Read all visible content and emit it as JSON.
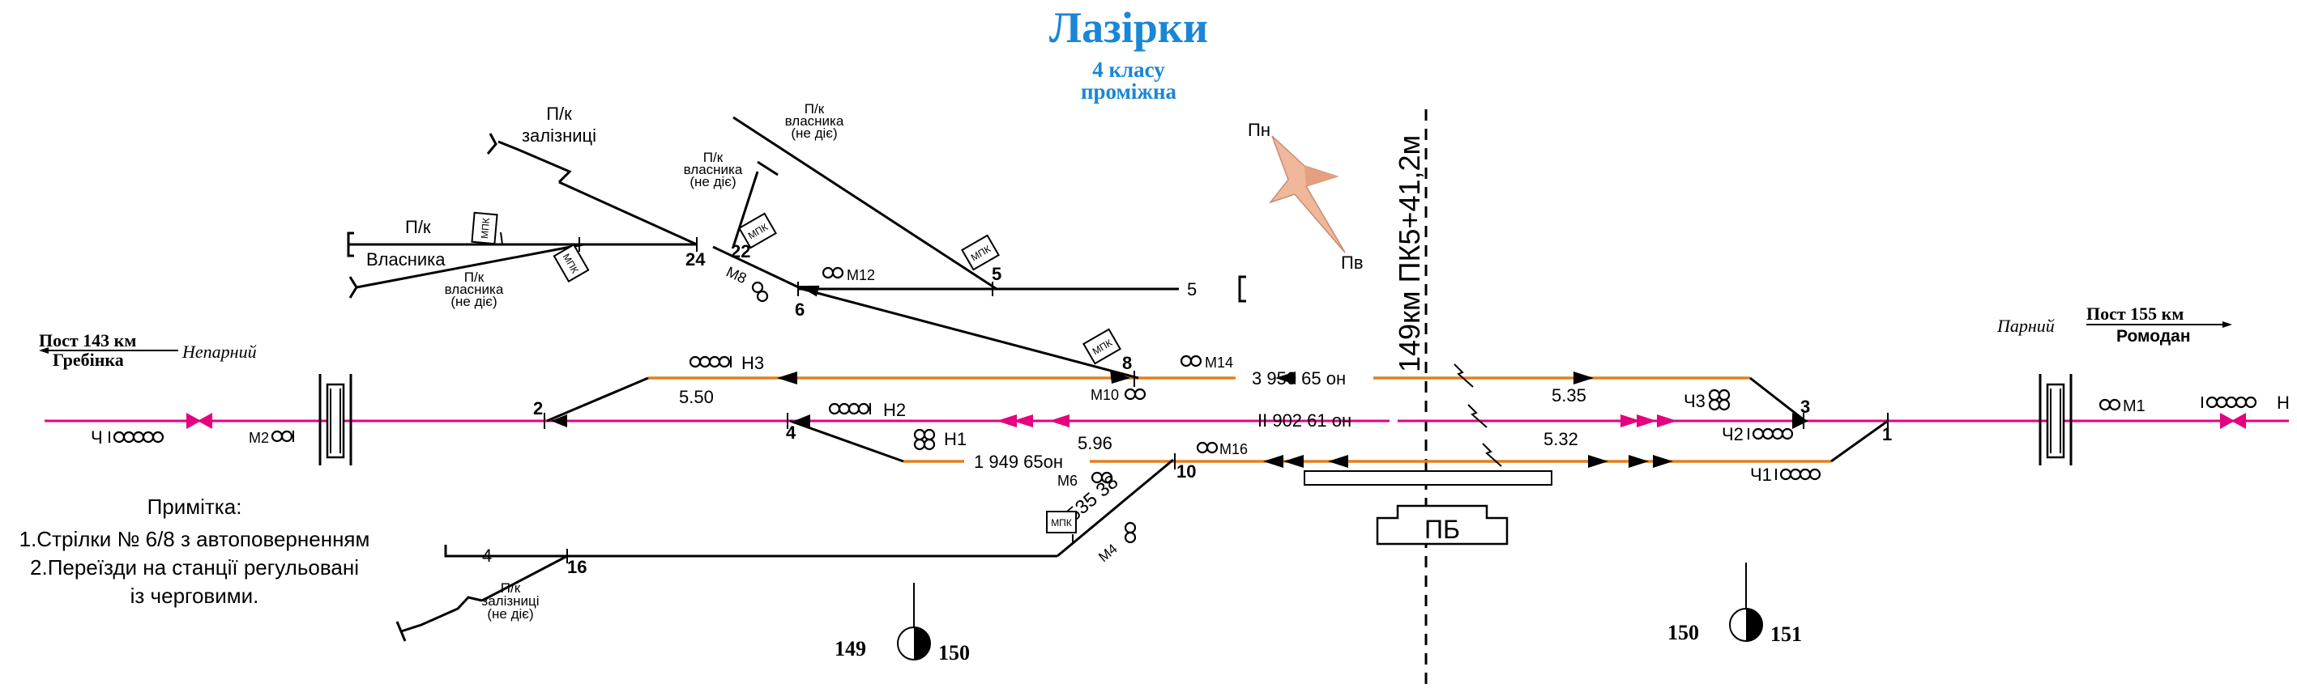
{
  "header": {
    "title": "Лазірки",
    "subtitle_line1": "4 класу",
    "subtitle_line2": "проміжна",
    "title_color": "#1a86d6"
  },
  "colors": {
    "main_track": "#e5007e",
    "station_track": "#e0801e",
    "lines": "#000000",
    "compass": "#f0b89a"
  },
  "compass": {
    "north_label": "Пн",
    "south_label": "Пв"
  },
  "km_post": {
    "label": "149км ПК5+41,2м"
  },
  "directions": {
    "left_post": "Пост 143 км",
    "left_station": "Гребінка",
    "left_direction": "Непарний",
    "right_post": "Пост 155 км",
    "right_station": "Ромодан",
    "right_direction": "Парний"
  },
  "tracks": {
    "t3": "3 950 65 он",
    "t2": "II 902 61 он",
    "t1": "1  949  65он",
    "t4": "4 535 38",
    "t5": "5",
    "t4_end": "4",
    "len_550": "5.50",
    "len_596": "5.96",
    "len_535": "5.35",
    "len_532": "5.32"
  },
  "switches": {
    "s1": "1",
    "s2": "2",
    "s3": "3",
    "s4": "4",
    "s5": "5",
    "s6": "6",
    "s8": "8",
    "s10": "10",
    "s16": "16",
    "s22": "22",
    "s24": "24"
  },
  "signals": {
    "N": "Н",
    "M1": "М1",
    "Ch": "Ч",
    "M2": "М2",
    "N3": "Н3",
    "N2": "Н2",
    "N1": "Н1",
    "M6": "М6",
    "M4": "М4",
    "M8": "М8",
    "M10": "М10",
    "M12": "М12",
    "M14": "М14",
    "M16": "М16",
    "Ch1": "Ч1",
    "Ch2": "Ч2",
    "Ch3": "Ч3"
  },
  "sidings": {
    "railway_top_line1": "П/к",
    "railway_top_line2": "залізниці",
    "owner_top_line1": "П/к",
    "owner_top_line2": "власника",
    "owner_top_line3": "(не діє)",
    "owner_mid_line1": "П/к",
    "owner_mid_line2": "власника",
    "owner_mid_line3": "(не діє)",
    "owner_left_line1": "П/к",
    "owner_left_line2": "Власника",
    "owner_low_line1": "П/к",
    "owner_low_line2": "власника",
    "owner_low_line3": "(не діє)",
    "railway_bottom_line1": "П/к",
    "railway_bottom_line2": "залізниці",
    "railway_bottom_line3": "(не діє)"
  },
  "mpk": {
    "m1": "МПК",
    "m2": "МПК",
    "m3": "МПК",
    "m4": "МПК",
    "m5": "МПК",
    "m6": "МПК"
  },
  "platform": {
    "building": "ПБ"
  },
  "note": {
    "title": "Примітка:",
    "line1": "1.Стрілки № 6/8 з автоповерненням",
    "line2": "2.Переїзди на станції регульовані",
    "line3": "із черговими."
  },
  "km_markers": {
    "left_a": "149",
    "left_b": "150",
    "right_a": "150",
    "right_b": "151"
  }
}
